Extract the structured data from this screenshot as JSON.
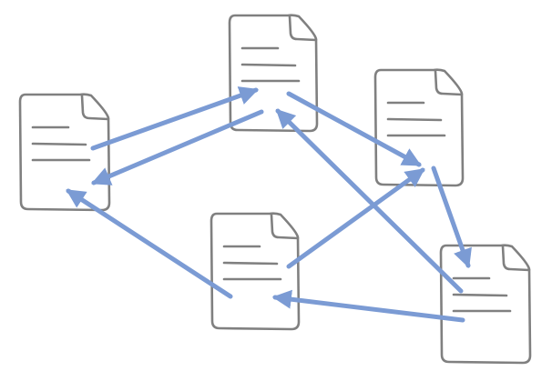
{
  "diagram": {
    "type": "document-link-graph",
    "colors": {
      "document_stroke": "#808080",
      "document_fill": "#ffffff",
      "link": "#7b9bd4"
    },
    "icons": [
      "document-icon",
      "arrow-head"
    ],
    "documents": [
      {
        "id": "doc-top",
        "lines": 3
      },
      {
        "id": "doc-left",
        "lines": 3
      },
      {
        "id": "doc-right",
        "lines": 3
      },
      {
        "id": "doc-middle",
        "lines": 3
      },
      {
        "id": "doc-bottom-right",
        "lines": 3
      }
    ],
    "links": [
      {
        "from": "doc-left",
        "to": "doc-top"
      },
      {
        "from": "doc-top",
        "to": "doc-left"
      },
      {
        "from": "doc-top",
        "to": "doc-right"
      },
      {
        "from": "doc-right",
        "to": "doc-bottom-right"
      },
      {
        "from": "doc-bottom-right",
        "to": "doc-top"
      },
      {
        "from": "doc-bottom-right",
        "to": "doc-middle"
      },
      {
        "from": "doc-middle",
        "to": "doc-right"
      },
      {
        "from": "doc-middle",
        "to": "doc-left"
      }
    ]
  }
}
